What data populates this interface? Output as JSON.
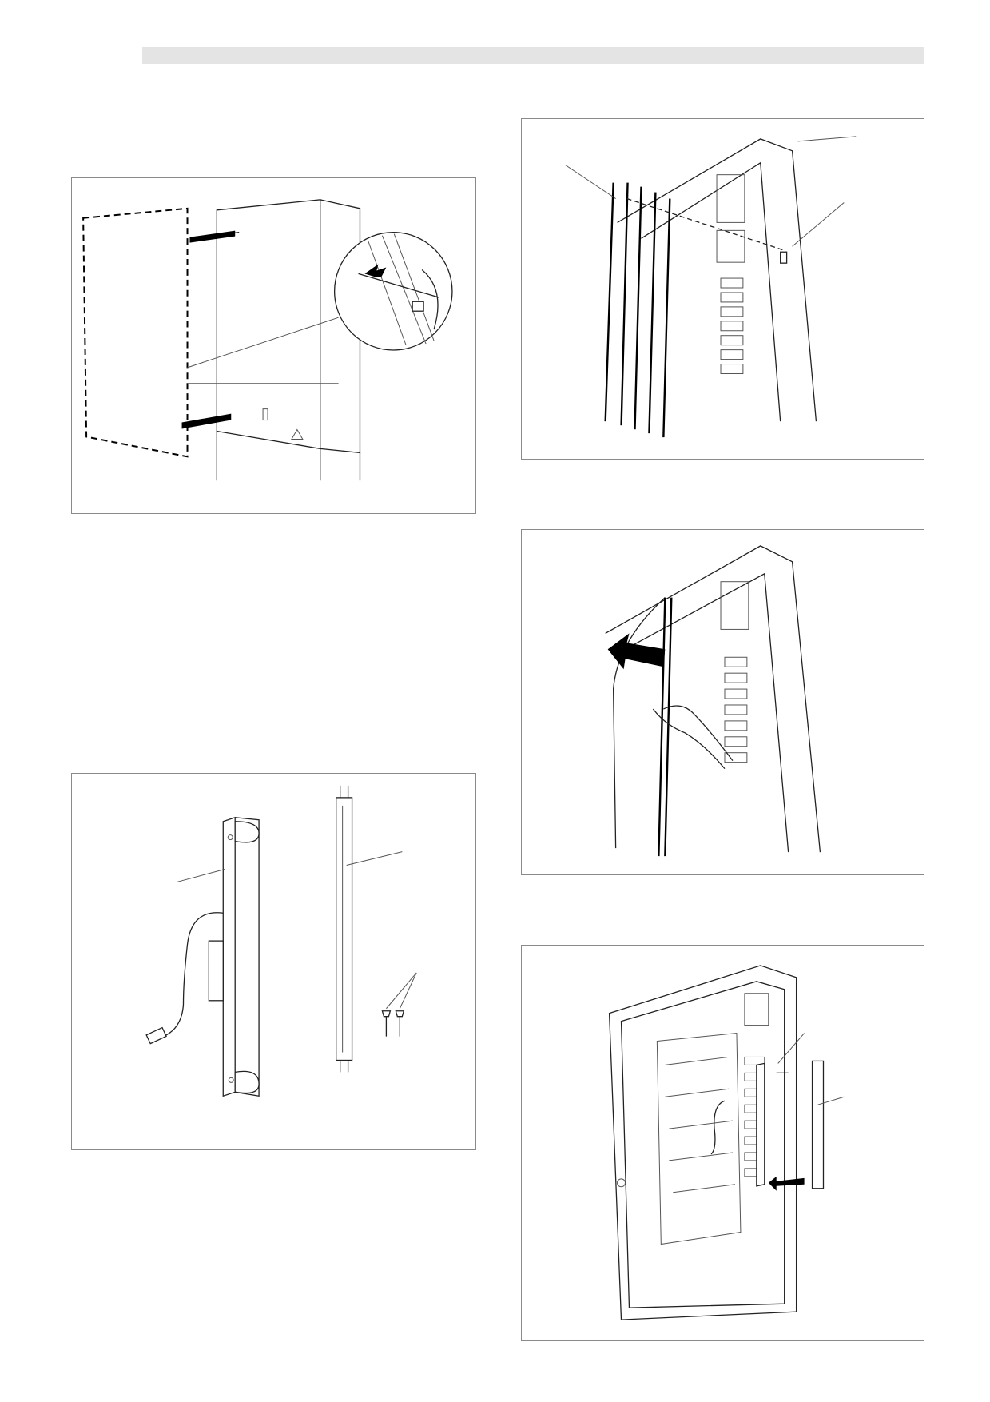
{
  "page": {
    "header_bar_color": "#e4e4e4",
    "border_color": "#8a8a8a"
  },
  "figures": [
    {
      "id": "fig-panel-removal",
      "content": "rear-panel-removal-with-cable-detail"
    },
    {
      "id": "fig-door-profiles",
      "content": "door-side-profiles-and-screw"
    },
    {
      "id": "fig-door-insertion",
      "content": "inserting-profile-with-hand"
    },
    {
      "id": "fig-lamp-kit",
      "content": "lamp-holder-tube-and-two-screws"
    },
    {
      "id": "fig-lamp-installation",
      "content": "lamp-holder-mounting-in-door"
    }
  ]
}
